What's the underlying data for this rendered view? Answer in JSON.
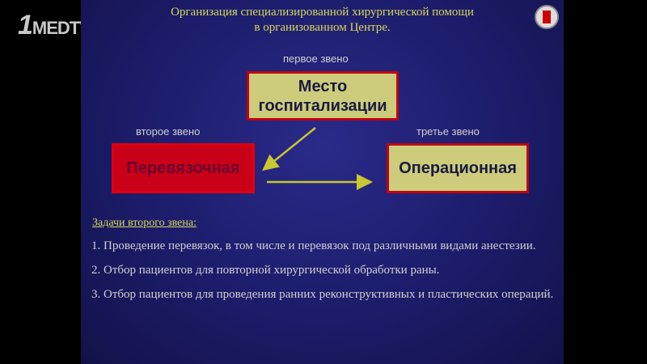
{
  "watermark": {
    "one": "1",
    "text": "MEDTV"
  },
  "slide": {
    "title_line1": "Организация специализированной хирургической помощи",
    "title_line2": "в организованном Центре.",
    "diagram": {
      "level1_label": "первое звено",
      "level1_box": "Место госпитализации",
      "level2_label": "второе звено",
      "level2_box": "Перевязочная",
      "level3_label": "третье звено",
      "level3_box": "Операционная",
      "colors": {
        "yellow_box": "#cccc7a",
        "red_box": "#c80018",
        "arrow": "#c8c830",
        "title": "#d6d65a"
      }
    },
    "tasks_heading": "Задачи второго звена:",
    "tasks": [
      "Проведение перевязок, в том числе и перевязок под различными видами анестезии.",
      "Отбор пациентов для повторной хирургической обработки раны.",
      "Отбор пациентов для проведения ранних реконструктивных и пластических операций."
    ]
  }
}
